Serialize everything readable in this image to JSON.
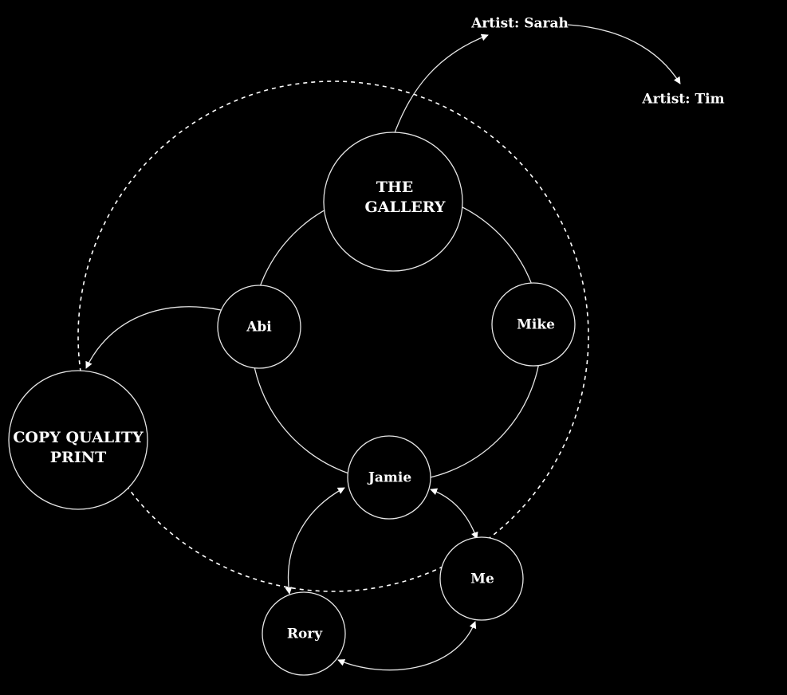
{
  "nodes": {
    "gallery": {
      "line1": "THE",
      "line2": "GALLERY"
    },
    "abi": "Abi",
    "mike": "Mike",
    "jamie": "Jamie",
    "me": "Me",
    "rory": "Rory",
    "copy_print": {
      "line1": "COPY QUALITY",
      "line2": "PRINT"
    },
    "artist_sarah": "Artist: Sarah",
    "artist_tim": "Artist: Tim"
  },
  "colors": {
    "background": "#000000",
    "stroke": "#e6e6e6",
    "text": "#ffffff"
  }
}
